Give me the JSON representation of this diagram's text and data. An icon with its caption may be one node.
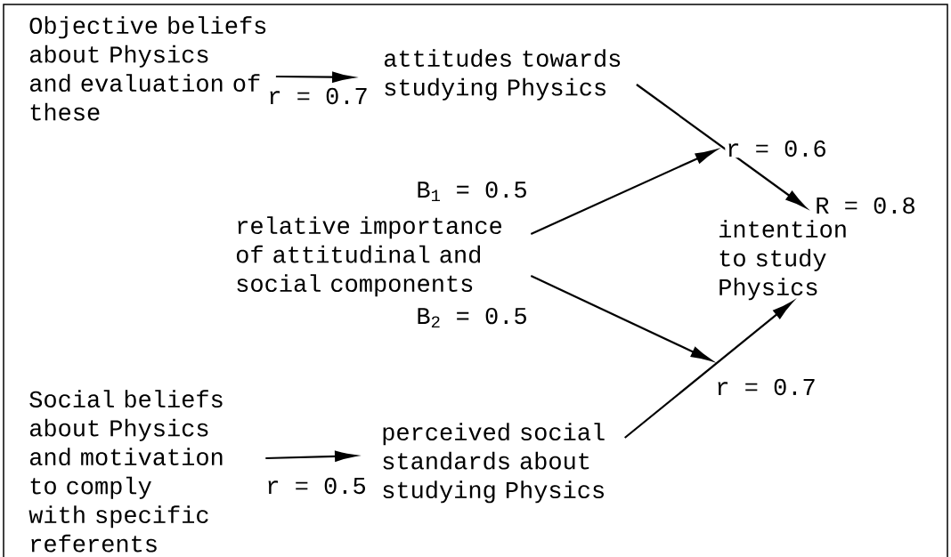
{
  "diagram": {
    "nodes": [
      {
        "text": [
          "Objective beliefs about Physics and evaluation of these"
        ]
      },
      {
        "text": [
          "attitudes towards studying Physics"
        ]
      },
      {
        "text": [
          "relative importance of attitudinal and social components"
        ]
      },
      {
        "text": [
          "intention to study Physics"
        ],
        "beside": [
          "R = 0.8"
        ]
      },
      {
        "text": [
          "Social beliefs about Physics and motivation to comply with specific referents"
        ]
      },
      {
        "text": [
          "perceived social standards about studying Physics"
        ]
      }
    ],
    "edges": [
      {
        "from": 0,
        "to": 1,
        "arrow": "to",
        "label": "r = 0.7"
      },
      {
        "from": 1,
        "to": 3,
        "arrow": "to",
        "label": "r = 0.6"
      },
      {
        "from": 2,
        "to": null,
        "arrow": "to",
        "label": "B$_{1}$ = 0.5"
      },
      {
        "from": 2,
        "to": null,
        "arrow": "to",
        "label": "B$_{2}$ = 0.5"
      },
      {
        "from": 5,
        "to": 3,
        "arrow": "to",
        "label": "r = 0.7"
      },
      {
        "from": 4,
        "to": 5,
        "arrow": "to",
        "label": "r = 0.5"
      }
    ]
  }
}
